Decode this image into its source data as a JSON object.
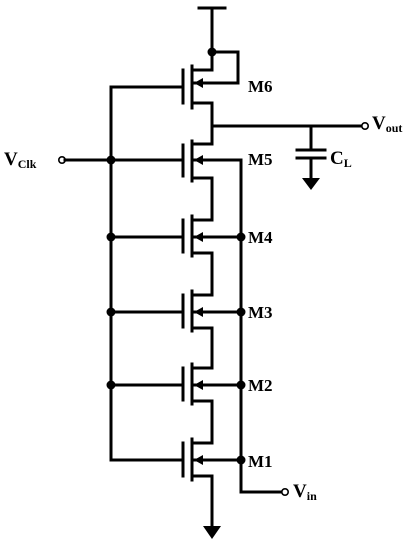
{
  "transistors": [
    "M6",
    "M5",
    "M4",
    "M3",
    "M2",
    "M1"
  ],
  "nodes": {
    "clock": {
      "main": "V",
      "sub": "Clk"
    },
    "output": {
      "main": "V",
      "sub": "out"
    },
    "input": {
      "main": "V",
      "sub": "in"
    },
    "load_cap": {
      "main": "C",
      "sub": "L"
    }
  }
}
